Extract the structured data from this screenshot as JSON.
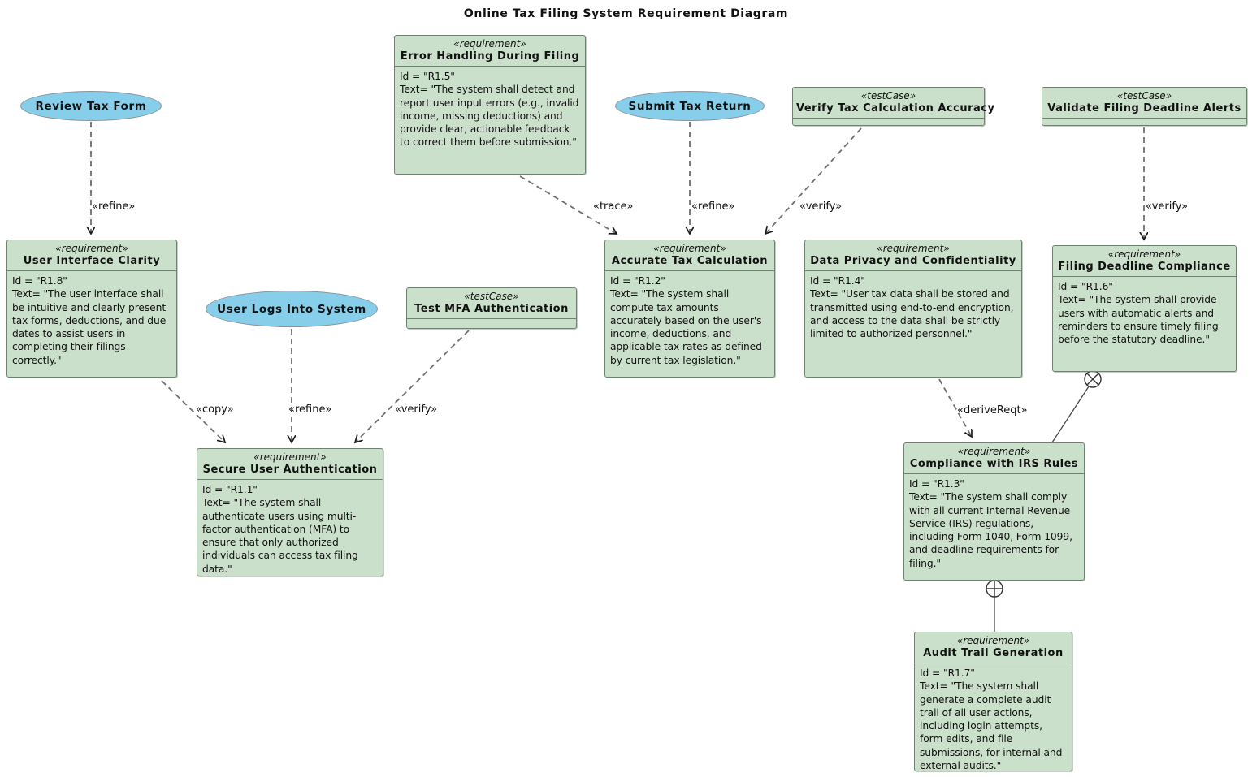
{
  "title": "Online Tax Filing System Requirement Diagram",
  "colors": {
    "usecase_fill": "#87ceeb",
    "node_fill": "#cbe0cb",
    "node_border": "#6c836f",
    "connector_gray": "#6f6f6f",
    "arrowhead": "#1a1a1a"
  },
  "usecases": {
    "review": {
      "label": "Review Tax Form"
    },
    "submit": {
      "label": "Submit Tax Return"
    },
    "login": {
      "label": "User Logs Into System"
    }
  },
  "requirements": {
    "error_handling": {
      "stereotype": "«requirement»",
      "name": "Error Handling During Filing",
      "id_line": "Id =  \"R1.5\"",
      "text_line": "Text= \"The system shall detect and report user input errors (e.g., invalid income, missing deductions) and provide clear, actionable feedback to correct them before submission.\""
    },
    "ui_clarity": {
      "stereotype": "«requirement»",
      "name": "User Interface Clarity",
      "id_line": "Id =  \"R1.8\"",
      "text_line": "Text= \"The user interface shall be intuitive and clearly present tax forms, deductions, and due dates to assist users in completing their filings correctly.\""
    },
    "accurate_tax": {
      "stereotype": "«requirement»",
      "name": "Accurate Tax Calculation",
      "id_line": "Id =  \"R1.2\"",
      "text_line": "Text= \"The system shall compute tax amounts accurately based on the user's income, deductions, and applicable tax rates as defined by current tax legislation.\""
    },
    "data_privacy": {
      "stereotype": "«requirement»",
      "name": "Data Privacy and Confidentiality",
      "id_line": "Id =  \"R1.4\"",
      "text_line": "Text= \"User tax data shall be stored and transmitted using end-to-end encryption, and access to the data shall be strictly limited to authorized personnel.\""
    },
    "filing_deadline": {
      "stereotype": "«requirement»",
      "name": "Filing Deadline Compliance",
      "id_line": "Id =  \"R1.6\"",
      "text_line": "Text= \"The system shall provide users with automatic alerts and reminders to ensure timely filing before the statutory deadline.\""
    },
    "secure_auth": {
      "stereotype": "«requirement»",
      "name": "Secure User Authentication",
      "id_line": "Id =  \"R1.1\"",
      "text_line": "Text= \"The system shall authenticate users using multi-factor authentication (MFA) to ensure that only authorized individuals can access tax filing data.\""
    },
    "irs_rules": {
      "stereotype": "«requirement»",
      "name": "Compliance with IRS Rules",
      "id_line": "Id =  \"R1.3\"",
      "text_line": "Text= \"The system shall comply with all current Internal Revenue Service (IRS) regulations, including Form 1040, Form 1099, and deadline requirements for filing.\""
    },
    "audit_trail": {
      "stereotype": "«requirement»",
      "name": "Audit Trail Generation",
      "id_line": "Id =  \"R1.7\"",
      "text_line": "Text= \"The system shall generate a complete audit trail of all user actions, including login attempts, form edits, and file submissions, for internal and external audits.\""
    }
  },
  "testcases": {
    "test_mfa": {
      "stereotype": "«testCase»",
      "name": "Test MFA Authentication"
    },
    "verify_tax": {
      "stereotype": "«testCase»",
      "name": "Verify Tax Calculation Accuracy"
    },
    "validate_alerts": {
      "stereotype": "«testCase»",
      "name": "Validate Filing Deadline Alerts"
    }
  },
  "edge_labels": {
    "refine_review": "«refine»",
    "trace": "«trace»",
    "refine_submit": "«refine»",
    "verify_calc": "«verify»",
    "verify_alerts": "«verify»",
    "copy": "«copy»",
    "refine_login": "«refine»",
    "verify_mfa": "«verify»",
    "derive_reqt": "«deriveReqt»"
  }
}
